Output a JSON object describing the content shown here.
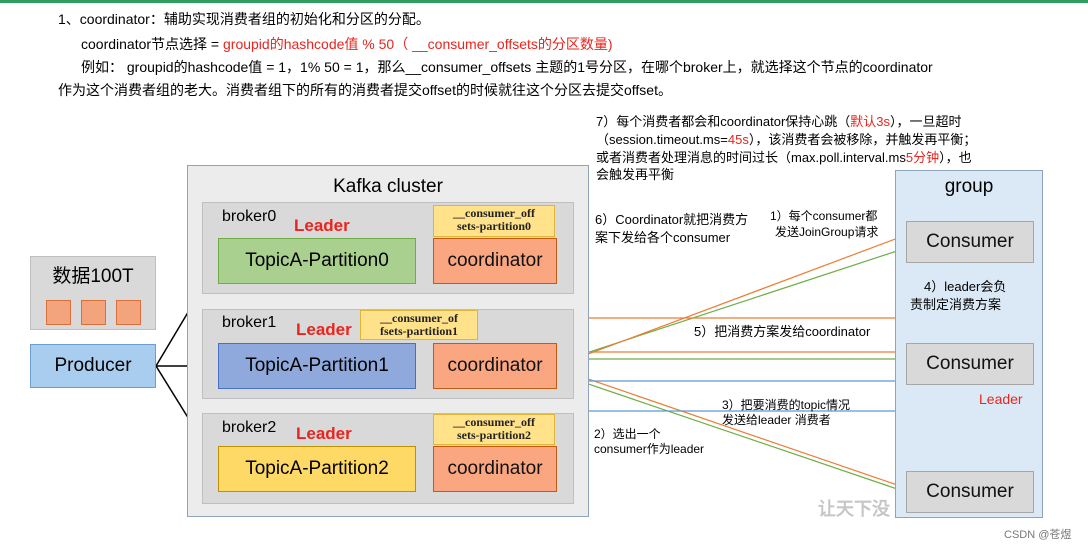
{
  "header": {
    "line1": "1、coordinator：辅助实现消费者组的初始化和分区的分配。",
    "line2_prefix": "coordinator节点选择 = ",
    "line2_red": "groupid的hashcode值 % 50（ __consumer_offsets的分区数量)",
    "line3": "例如： groupid的hashcode值 = 1，1% 50 = 1，那么__consumer_offsets 主题的1号分区，在哪个broker上，就选择这个节点的coordinator",
    "line4": "作为这个消费者组的老大。消费者组下的所有的消费者提交offset的时候就往这个分区去提交offset。"
  },
  "data_block": {
    "label": "数据100T"
  },
  "producer": {
    "label": "Producer"
  },
  "cluster": {
    "title": "Kafka cluster",
    "brokers": [
      {
        "name": "broker0",
        "leader": "Leader",
        "partition": "TopicA-Partition0",
        "coordinator": "coordinator",
        "offset_tag_1": "__consumer_off",
        "offset_tag_2": "sets-partition0"
      },
      {
        "name": "broker1",
        "leader": "Leader",
        "partition": "TopicA-Partition1",
        "coordinator": "coordinator",
        "offset_tag_1": "__consumer_of",
        "offset_tag_2": "fsets-partition1"
      },
      {
        "name": "broker2",
        "leader": "Leader",
        "partition": "TopicA-Partition2",
        "coordinator": "coordinator",
        "offset_tag_1": "__consumer_off",
        "offset_tag_2": "sets-partition2"
      }
    ]
  },
  "group": {
    "title": "group",
    "consumers": [
      "Consumer",
      "Consumer",
      "Consumer"
    ],
    "leader_label": "Leader"
  },
  "notes": {
    "n7_l1_a": "7）每个消费者都会和coordinator保持心跳（",
    "n7_l1_red": "默认3s",
    "n7_l1_b": "），一旦超时",
    "n7_l2_a": "（session.timeout.ms=",
    "n7_l2_red": "45s",
    "n7_l2_b": "），该消费者会被移除，并触发再平衡；",
    "n7_l3_a": "或者消费者处理消息的时间过长（max.poll.interval.ms",
    "n7_l3_red": "5分钟",
    "n7_l3_b": "），也",
    "n7_l4": "会触发再平衡",
    "n6_l1": "6）Coordinator就把消费方",
    "n6_l2": "案下发给各个consumer",
    "n1_l1": "1）每个consumer都",
    "n1_l2": "发送JoinGroup请求",
    "n4_l1": "4）leader会负",
    "n4_l2": "责制定消费方案",
    "n5": "5）把消费方案发给coordinator",
    "n3_l1": "3）把要消费的topic情况",
    "n3_l2": "发送给leader 消费者",
    "n2_l1": "2）选出一个",
    "n2_l2": "consumer作为leader"
  },
  "watermark": "让天下没",
  "credit": "CSDN @苍煜",
  "colors": {
    "green_arrow": "#70ad47",
    "orange_arrow": "#ed7d31",
    "blue_arrow": "#5b9bd5",
    "accent_red": "#e8251e"
  }
}
